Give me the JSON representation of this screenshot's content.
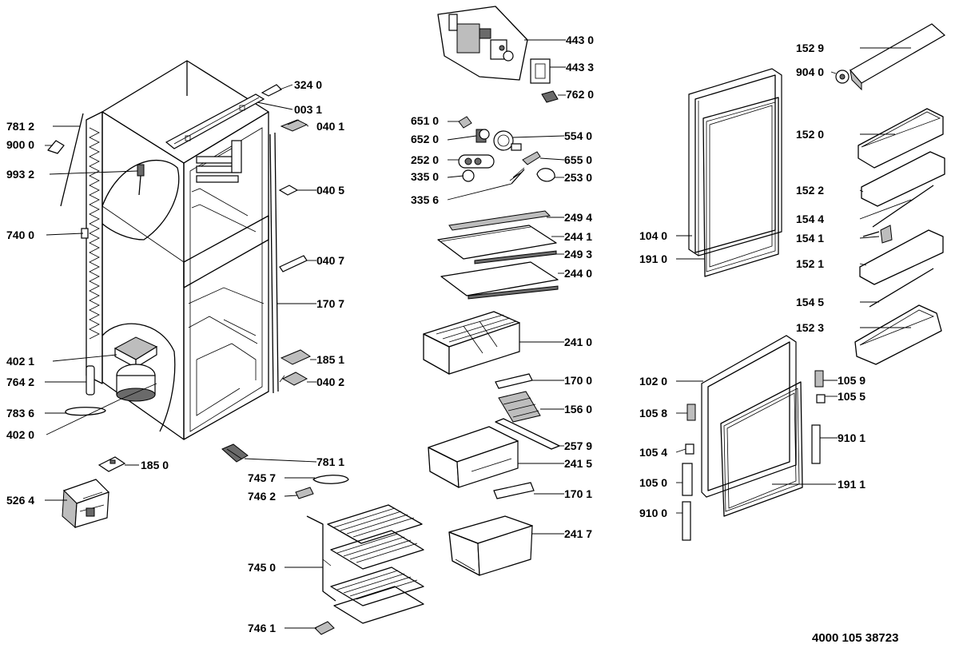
{
  "document_number": "4000 105 38723",
  "parts": [
    {
      "id": "p-4430",
      "code": "443 0"
    },
    {
      "id": "p-4433",
      "code": "443 3"
    },
    {
      "id": "p-7620",
      "code": "762 0"
    },
    {
      "id": "p-6510",
      "code": "651 0"
    },
    {
      "id": "p-6520",
      "code": "652 0"
    },
    {
      "id": "p-5540",
      "code": "554 0"
    },
    {
      "id": "p-2520",
      "code": "252 0"
    },
    {
      "id": "p-6550",
      "code": "655 0"
    },
    {
      "id": "p-3350",
      "code": "335 0"
    },
    {
      "id": "p-2530",
      "code": "253 0"
    },
    {
      "id": "p-3356",
      "code": "335 6"
    },
    {
      "id": "p-2494",
      "code": "249 4"
    },
    {
      "id": "p-2441",
      "code": "244 1"
    },
    {
      "id": "p-2493",
      "code": "249 3"
    },
    {
      "id": "p-2440",
      "code": "244 0"
    },
    {
      "id": "p-2410",
      "code": "241 0"
    },
    {
      "id": "p-1700",
      "code": "170 0"
    },
    {
      "id": "p-1560",
      "code": "156 0"
    },
    {
      "id": "p-2579",
      "code": "257 9"
    },
    {
      "id": "p-2415",
      "code": "241 5"
    },
    {
      "id": "p-1701",
      "code": "170 1"
    },
    {
      "id": "p-2417",
      "code": "241 7"
    },
    {
      "id": "p-3240",
      "code": "324 0"
    },
    {
      "id": "p-0031",
      "code": "003 1"
    },
    {
      "id": "p-0401",
      "code": "040 1"
    },
    {
      "id": "p-0405",
      "code": "040 5"
    },
    {
      "id": "p-0407",
      "code": "040 7"
    },
    {
      "id": "p-1707",
      "code": "170 7"
    },
    {
      "id": "p-1851",
      "code": "185 1"
    },
    {
      "id": "p-0402",
      "code": "040 2"
    },
    {
      "id": "p-7812",
      "code": "781 2"
    },
    {
      "id": "p-9000",
      "code": "900 0"
    },
    {
      "id": "p-9932",
      "code": "993 2"
    },
    {
      "id": "p-7400",
      "code": "740 0"
    },
    {
      "id": "p-4021",
      "code": "402 1"
    },
    {
      "id": "p-7642",
      "code": "764 2"
    },
    {
      "id": "p-7836",
      "code": "783 6"
    },
    {
      "id": "p-4020",
      "code": "402 0"
    },
    {
      "id": "p-1850",
      "code": "185 0"
    },
    {
      "id": "p-5264",
      "code": "526 4"
    },
    {
      "id": "p-7811",
      "code": "781 1"
    },
    {
      "id": "p-7457",
      "code": "745 7"
    },
    {
      "id": "p-7462",
      "code": "746 2"
    },
    {
      "id": "p-7450",
      "code": "745 0"
    },
    {
      "id": "p-7461",
      "code": "746 1"
    },
    {
      "id": "p-1529",
      "code": "152 9"
    },
    {
      "id": "p-9040",
      "code": "904 0"
    },
    {
      "id": "p-1520",
      "code": "152 0"
    },
    {
      "id": "p-1522",
      "code": "152 2"
    },
    {
      "id": "p-1544",
      "code": "154 4"
    },
    {
      "id": "p-1541",
      "code": "154 1"
    },
    {
      "id": "p-1521",
      "code": "152 1"
    },
    {
      "id": "p-1545",
      "code": "154 5"
    },
    {
      "id": "p-1523",
      "code": "152 3"
    },
    {
      "id": "p-1040",
      "code": "104 0"
    },
    {
      "id": "p-1910",
      "code": "191 0"
    },
    {
      "id": "p-1020",
      "code": "102 0"
    },
    {
      "id": "p-1059",
      "code": "105 9"
    },
    {
      "id": "p-1055",
      "code": "105 5"
    },
    {
      "id": "p-1058",
      "code": "105 8"
    },
    {
      "id": "p-9101",
      "code": "910 1"
    },
    {
      "id": "p-1054",
      "code": "105 4"
    },
    {
      "id": "p-1050",
      "code": "105 0"
    },
    {
      "id": "p-1911",
      "code": "191 1"
    },
    {
      "id": "p-9100",
      "code": "910 0"
    }
  ]
}
